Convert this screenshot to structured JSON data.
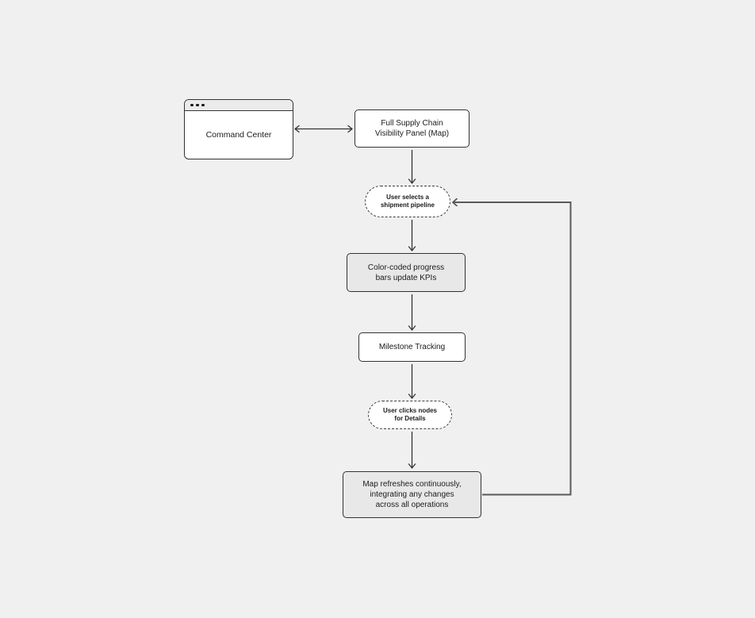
{
  "colors": {
    "canvas_background": "#f0f0f0",
    "node_border": "#333333",
    "node_fill_white": "#ffffff",
    "node_fill_gray": "#e8e8e8",
    "window_titlebar_fill": "#ebebeb",
    "arrow_stroke": "#333333",
    "loop_line_stroke": "#595959",
    "text_color": "#1b1b1b"
  },
  "diagram": {
    "nodes": {
      "command_center": {
        "label": "Command Center",
        "shape": "browser-window"
      },
      "visibility_panel": {
        "label": "Full Supply Chain\nVisibility Panel (Map)",
        "shape": "rounded-rect"
      },
      "select_pipeline": {
        "label": "User selects a\nshipment pipeline",
        "shape": "dashed-stadium"
      },
      "progress_bars": {
        "label": "Color-coded progress\nbars update KPIs",
        "shape": "rounded-rect-gray"
      },
      "milestone_tracking": {
        "label": "Milestone Tracking",
        "shape": "rounded-rect"
      },
      "click_nodes": {
        "label": "User clicks nodes\nfor Details",
        "shape": "dashed-stadium"
      },
      "map_refresh": {
        "label": "Map refreshes continuously,\nintegrating any changes\nacross all operations",
        "shape": "rounded-rect-gray"
      }
    },
    "edges": [
      {
        "from": "command_center",
        "to": "visibility_panel",
        "style": "bidirectional"
      },
      {
        "from": "visibility_panel",
        "to": "select_pipeline",
        "style": "arrow"
      },
      {
        "from": "select_pipeline",
        "to": "progress_bars",
        "style": "arrow"
      },
      {
        "from": "progress_bars",
        "to": "milestone_tracking",
        "style": "arrow"
      },
      {
        "from": "milestone_tracking",
        "to": "click_nodes",
        "style": "arrow"
      },
      {
        "from": "click_nodes",
        "to": "map_refresh",
        "style": "arrow"
      },
      {
        "from": "map_refresh",
        "to": "select_pipeline",
        "style": "feedback-loop"
      }
    ]
  }
}
